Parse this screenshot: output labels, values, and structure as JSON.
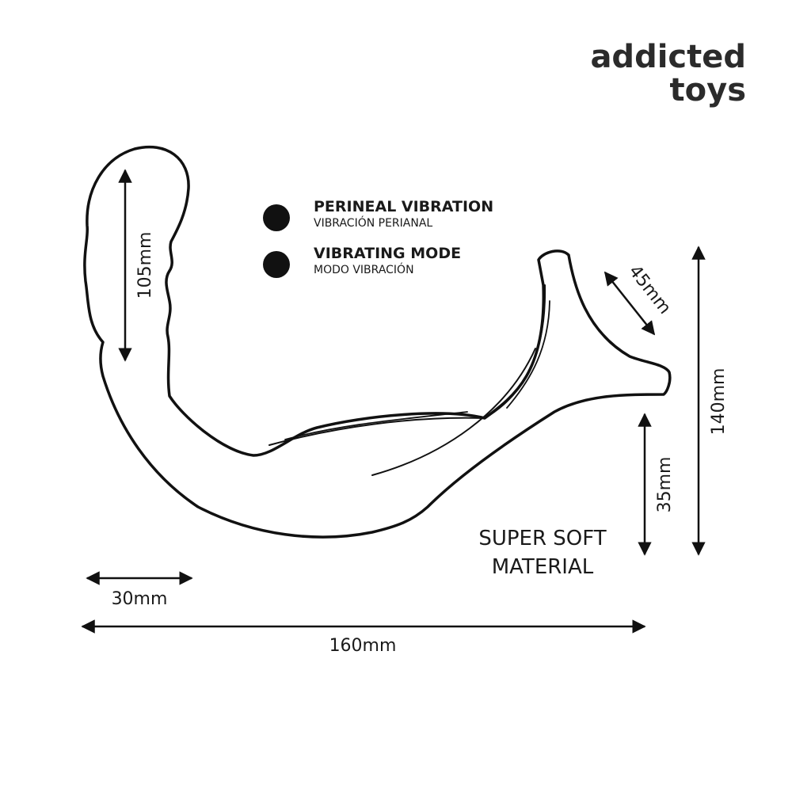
{
  "brand": {
    "line1": "addicted",
    "line2": "toys"
  },
  "features": [
    {
      "title": "PERINEAL VIBRATION",
      "subtitle": "VIBRACIÓN PERIANAL"
    },
    {
      "title": "VIBRATING MODE",
      "subtitle": "MODO VIBRACIÓN"
    }
  ],
  "material": {
    "line1": "SUPER SOFT",
    "line2": "MATERIAL"
  },
  "dimensions": {
    "probe_length": "105mm",
    "ring_width": "45mm",
    "total_height": "140mm",
    "ring_height": "35mm",
    "probe_width": "30mm",
    "total_length": "160mm"
  }
}
